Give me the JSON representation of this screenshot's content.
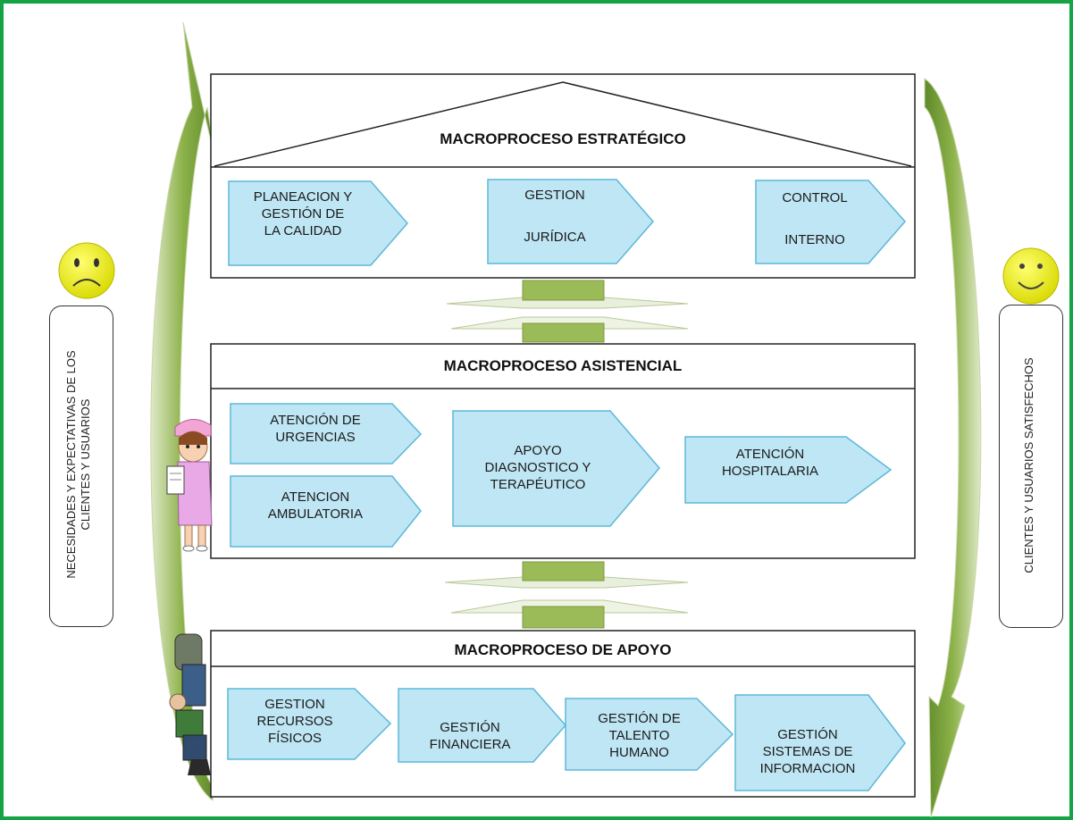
{
  "left_panel": {
    "lines": [
      "NECESIDADES Y EXPECTATIVAS DE LOS",
      "CLIENTES Y USUARIOS"
    ]
  },
  "right_panel": {
    "lines": [
      "CLIENTES Y USUARIOS SATISFECHOS"
    ]
  },
  "sections": {
    "estrategico": {
      "title": "MACROPROCESO ESTRATÉGICO",
      "processes": [
        {
          "lines": [
            "PLANEACION Y",
            "GESTIÓN DE",
            "LA CALIDAD"
          ]
        },
        {
          "lines": [
            "GESTION",
            "",
            "JURÍDICA"
          ]
        },
        {
          "lines": [
            "CONTROL",
            "",
            "INTERNO"
          ]
        }
      ]
    },
    "asistencial": {
      "title": "MACROPROCESO ASISTENCIAL",
      "processes": [
        {
          "lines": [
            "ATENCIÓN DE",
            "URGENCIAS"
          ]
        },
        {
          "lines": [
            "ATENCION",
            "AMBULATORIA"
          ]
        },
        {
          "lines": [
            "APOYO",
            "DIAGNOSTICO Y",
            "TERAPÉUTICO"
          ]
        },
        {
          "lines": [
            "ATENCIÓN",
            "HOSPITALARIA"
          ]
        }
      ]
    },
    "apoyo": {
      "title": "MACROPROCESO DE APOYO",
      "processes": [
        {
          "lines": [
            "GESTION",
            "RECURSOS",
            "FÍSICOS"
          ]
        },
        {
          "lines": [
            "GESTIÓN",
            "FINANCIERA"
          ]
        },
        {
          "lines": [
            "GESTIÓN DE",
            "TALENTO",
            "HUMANO"
          ]
        },
        {
          "lines": [
            "GESTIÓN",
            "SISTEMAS DE",
            "INFORMACION"
          ]
        }
      ]
    }
  },
  "colors": {
    "frame": "#16a345",
    "process_fill": "#bfe6f4",
    "process_stroke": "#5bb8d8",
    "connector_green": "#9bbb59",
    "arrow_green": "#7aa63a",
    "face_yellow": "#f0f000"
  },
  "icons": [
    "sad-face-icon",
    "happy-face-icon",
    "nurse-icon",
    "worker-icon",
    "green-left-arrow-icon",
    "green-right-arrow-icon"
  ]
}
